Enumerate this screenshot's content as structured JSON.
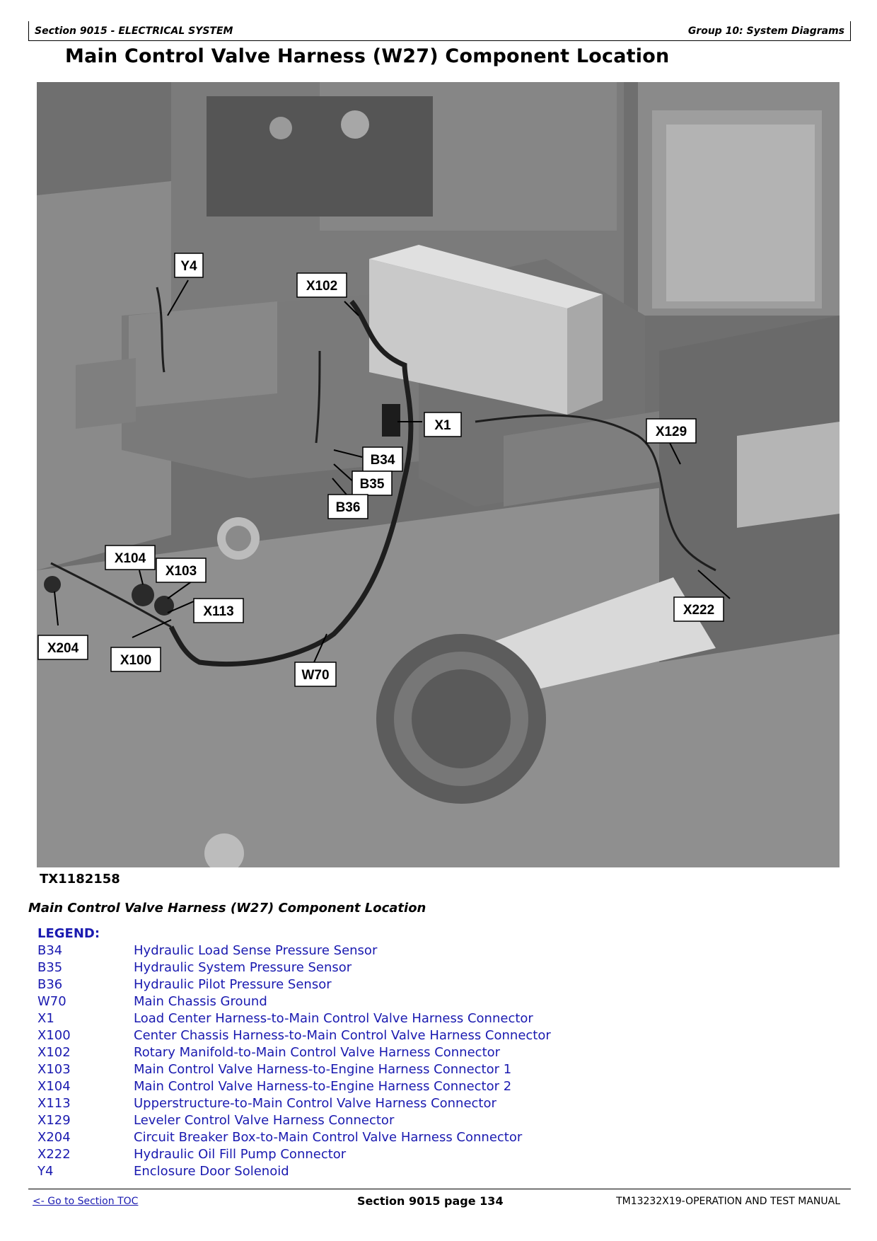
{
  "header": {
    "section": "Section 9015 - ELECTRICAL SYSTEM",
    "group": "Group 10: System Diagrams"
  },
  "page_title": "Main Control Valve Harness (W27) Component Location",
  "figure": {
    "id": "TX1182158",
    "callouts": {
      "y4": "Y4",
      "x102": "X102",
      "x1": "X1",
      "b34": "B34",
      "b35": "B35",
      "b36": "B36",
      "x129": "X129",
      "x104": "X104",
      "x103": "X103",
      "x113": "X113",
      "x222": "X222",
      "x204": "X204",
      "x100": "X100",
      "w70": "W70"
    }
  },
  "caption": "Main Control Valve Harness (W27) Component Location",
  "legend": {
    "title": "LEGEND:",
    "items": [
      {
        "code": "B34",
        "desc": "Hydraulic Load Sense Pressure Sensor"
      },
      {
        "code": "B35",
        "desc": "Hydraulic System Pressure Sensor"
      },
      {
        "code": "B36",
        "desc": "Hydraulic Pilot Pressure Sensor"
      },
      {
        "code": "W70",
        "desc": "Main Chassis Ground"
      },
      {
        "code": "X1",
        "desc": "Load Center Harness-to-Main Control Valve Harness Connector"
      },
      {
        "code": "X100",
        "desc": "Center Chassis Harness-to-Main Control Valve Harness Connector"
      },
      {
        "code": "X102",
        "desc": "Rotary Manifold-to-Main Control Valve Harness Connector"
      },
      {
        "code": "X103",
        "desc": "Main Control Valve Harness-to-Engine Harness Connector 1"
      },
      {
        "code": "X104",
        "desc": "Main Control Valve Harness-to-Engine Harness Connector 2"
      },
      {
        "code": "X113",
        "desc": "Upperstructure-to-Main Control Valve Harness Connector"
      },
      {
        "code": "X129",
        "desc": "Leveler Control Valve Harness Connector"
      },
      {
        "code": "X204",
        "desc": "Circuit Breaker Box-to-Main Control Valve Harness Connector"
      },
      {
        "code": "X222",
        "desc": "Hydraulic Oil Fill Pump Connector"
      },
      {
        "code": "Y4",
        "desc": "Enclosure Door Solenoid"
      }
    ]
  },
  "footer": {
    "toc_link": "<- Go to Section TOC",
    "page": "Section 9015 page 134",
    "manual": "TM13232X19-OPERATION AND TEST MANUAL"
  },
  "colors": {
    "legend_text": "#1a1ab0",
    "figure_bg": "#6f6f6f"
  }
}
